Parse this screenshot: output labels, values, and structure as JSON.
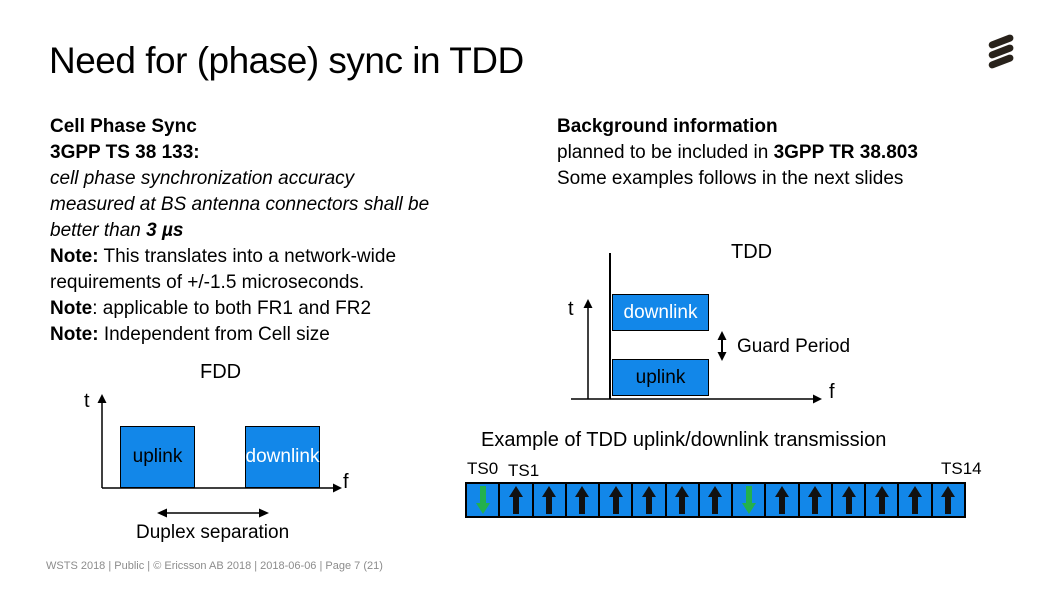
{
  "page": {
    "title": "Need for (phase) sync in TDD",
    "footer": "WSTS 2018  |  Public  |  © Ericsson AB 2018  |  2018-06-06  |  Page 7 (21)"
  },
  "colors": {
    "box_blue": "#1287E9",
    "arrow_green": "#23B14D",
    "arrow_black": "#111111",
    "footer_gray": "#8c8c8c"
  },
  "left": {
    "heading1": "Cell Phase Sync",
    "heading2": "3GPP TS 38 133:",
    "italic1": "cell phase synchronization accuracy",
    "italic2": "measured at BS antenna connectors shall be",
    "italic3_prefix": "better than ",
    "italic3_bold": "3 µs",
    "note1_label": "Note:",
    "note1_text": " This translates into a network-wide",
    "note1_cont": "requirements of +/-1.5 microseconds.",
    "note2_label": "Note",
    "note2_text": ": applicable to both FR1 and FR2",
    "note3_label": "Note:",
    "note3_text": " Independent from Cell size"
  },
  "right": {
    "heading": "Background information",
    "line1_prefix": "planned to be included in ",
    "line1_bold": "3GPP TR 38.803",
    "line2": "Some examples follows in the next slides"
  },
  "fdd": {
    "title": "FDD",
    "t_label": "t",
    "f_label": "f",
    "uplink_label": "uplink",
    "downlink_label": "downlink",
    "caption": "Duplex separation"
  },
  "tdd": {
    "title": "TDD",
    "t_label": "t",
    "f_label": "f",
    "downlink_label": "downlink",
    "uplink_label": "uplink",
    "guard_label": "Guard Period"
  },
  "example": {
    "title": "Example of TDD uplink/downlink transmission",
    "ts_first": "TS0",
    "ts_second": "TS1",
    "ts_last": "TS14",
    "slots": [
      "down",
      "up",
      "up",
      "up",
      "up",
      "up",
      "up",
      "up",
      "down",
      "up",
      "up",
      "up",
      "up",
      "up",
      "up"
    ]
  }
}
